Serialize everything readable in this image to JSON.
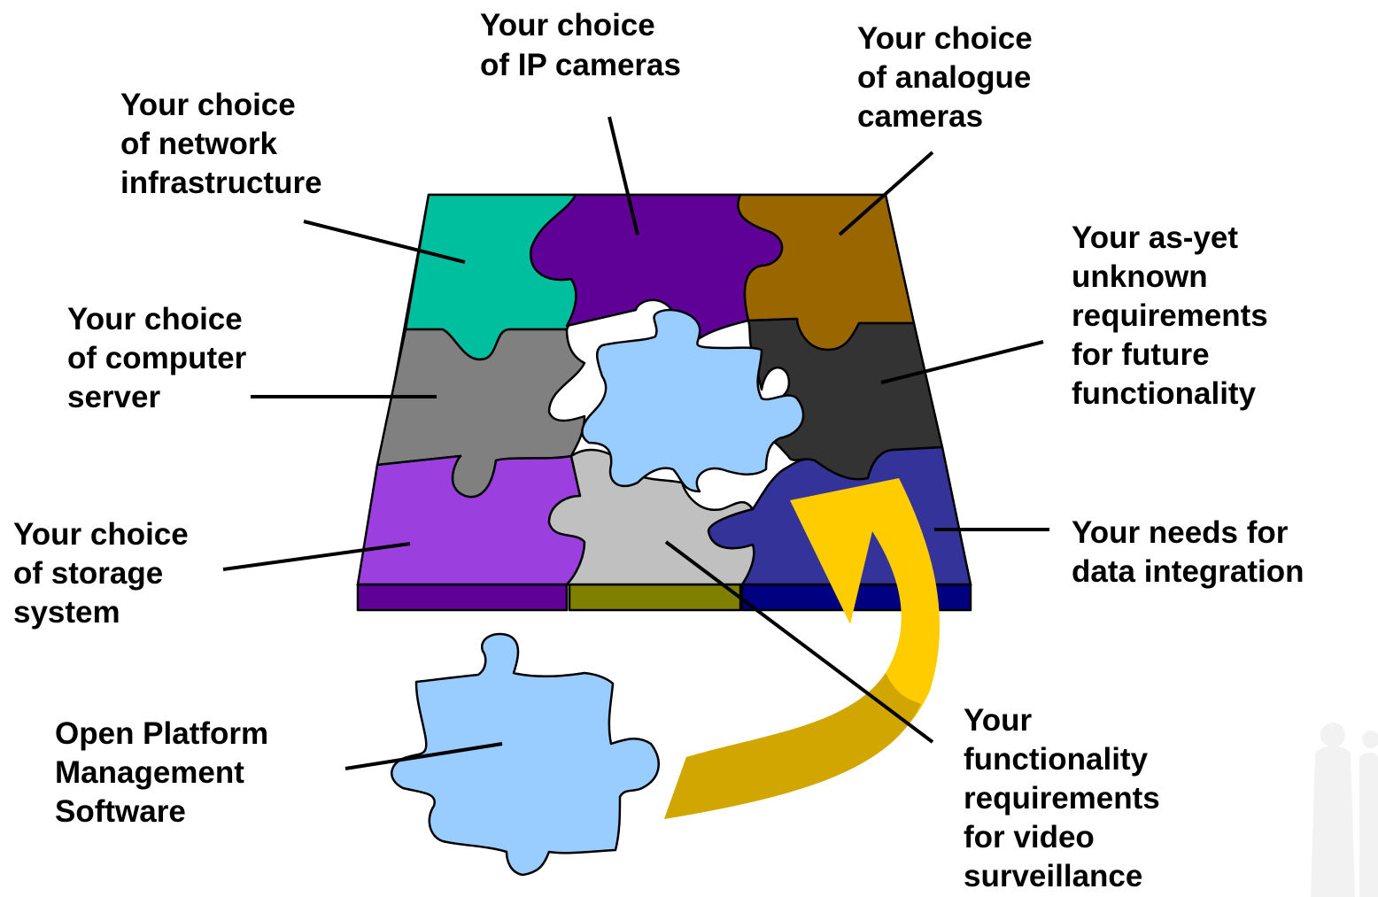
{
  "labels": {
    "ip_cameras": [
      "Your choice",
      "of IP cameras"
    ],
    "analogue_cameras": [
      "Your choice",
      "of analogue",
      "cameras"
    ],
    "network": [
      "Your choice",
      "of network",
      "infrastructure"
    ],
    "future": [
      "Your as-yet",
      "unknown",
      "requirements",
      "for future",
      "functionality"
    ],
    "server": [
      "Your choice",
      "of computer",
      "server"
    ],
    "storage": [
      "Your choice",
      "of storage",
      "system"
    ],
    "data_integration": [
      "Your needs for",
      "data integration"
    ],
    "open_platform": [
      "Open Platform",
      "Management",
      "Software"
    ],
    "video_surveillance": [
      "Your",
      "functionality",
      "requirements",
      "for video",
      "surveillance"
    ]
  },
  "colors": {
    "network": "#00bf9f",
    "ip_cameras": "#5f0097",
    "analogue_cameras": "#996600",
    "server": "#808080",
    "center": "#99ccff",
    "future": "#333333",
    "storage": "#9b3fdf",
    "surveillance": "#c0c0c0",
    "data_integration": "#333399",
    "arrow": "#ffcc00",
    "arrow_shade": "#d1a600",
    "edge_left": "#5f0097",
    "edge_mid": "#808000",
    "edge_right": "#000080"
  }
}
